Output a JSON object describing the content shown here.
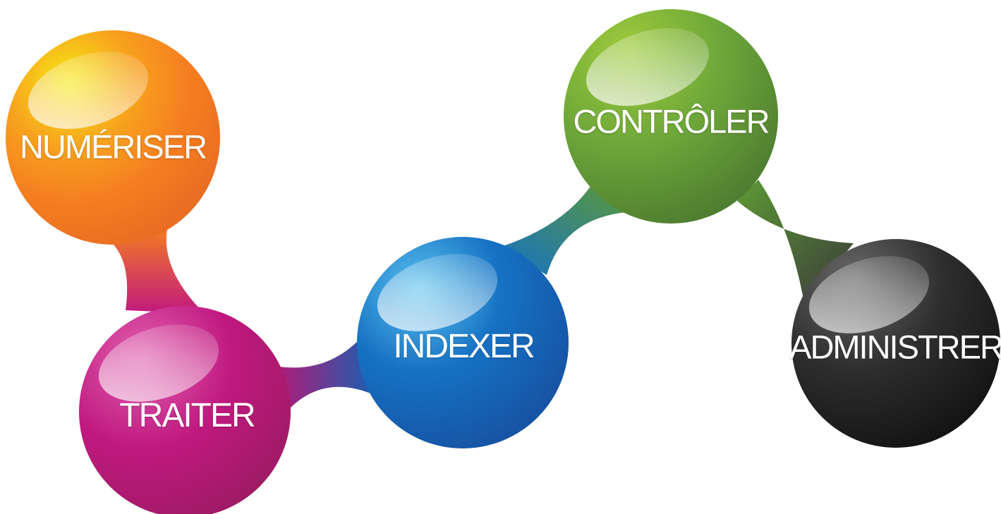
{
  "diagram": {
    "nodes": {
      "numeriser": {
        "label": "NUMÉRISER",
        "color": "#F57E20",
        "highlight": "#F6EB14"
      },
      "traiter": {
        "label": "TRAITER",
        "color": "#C0197F",
        "highlight": "#E060B0"
      },
      "indexer": {
        "label": "INDEXER",
        "color": "#1672C4",
        "highlight": "#5BC3EE"
      },
      "controler": {
        "label": "CONTRÔLER",
        "color": "#5E9A35",
        "highlight": "#9FCB3B"
      },
      "administrer": {
        "label": "ADMINISTRER",
        "color": "#232323",
        "highlight": "#6A6A6A"
      }
    },
    "sequence": [
      "numeriser",
      "traiter",
      "indexer",
      "controler",
      "administrer"
    ]
  }
}
